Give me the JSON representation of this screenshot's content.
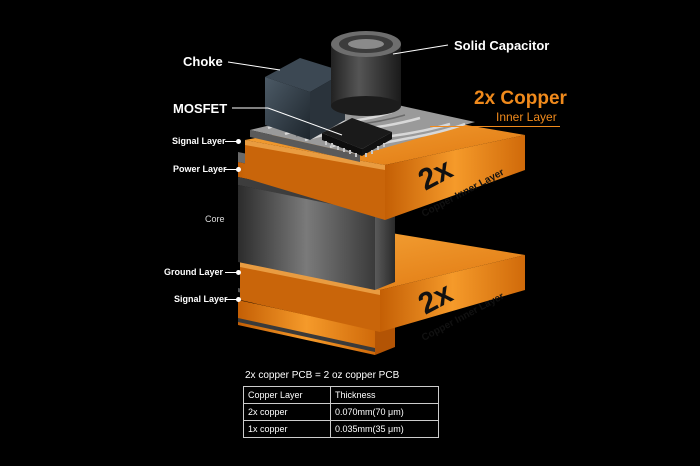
{
  "labels": {
    "choke": "Choke",
    "solid_capacitor": "Solid Capacitor",
    "mosfet": "MOSFET",
    "signal_layer_top": "Signal Layer",
    "power_layer": "Power Layer",
    "core": "Core",
    "ground_layer": "Ground Layer",
    "signal_layer_bottom": "Signal Layer"
  },
  "callout": {
    "title": "2x Copper",
    "subtitle": "Inner Layer"
  },
  "panel_text": {
    "top_big": "2x",
    "top_small": "Copper Inner Layer",
    "bottom_big": "2x",
    "bottom_small": "Copper Inner Layer"
  },
  "table": {
    "caption": "2x copper PCB = 2 oz copper PCB",
    "headers": [
      "Copper Layer",
      "Thickness"
    ],
    "rows": [
      [
        "2x copper",
        "0.070mm(70 μm)"
      ],
      [
        "1x copper",
        "0.035mm(35 μm)"
      ]
    ]
  },
  "colors": {
    "copper": "#f08a1c",
    "background": "#000000",
    "text": "#ffffff"
  }
}
